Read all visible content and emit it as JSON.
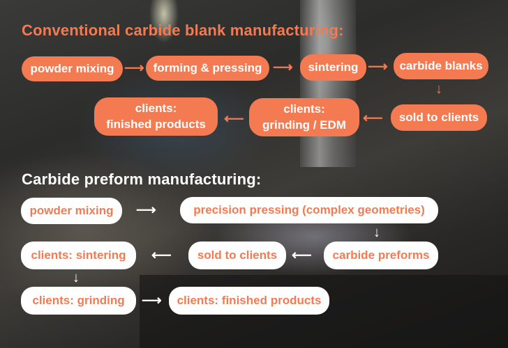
{
  "colors": {
    "accent": "#f47a52",
    "white": "#ffffff"
  },
  "conventional": {
    "title": "Conventional carbide blank manufacturing:",
    "steps": [
      {
        "label": "powder mixing"
      },
      {
        "label": "forming & pressing"
      },
      {
        "label": "sintering"
      },
      {
        "label": "carbide blanks"
      },
      {
        "label": "sold to clients"
      },
      {
        "label_line1": "clients:",
        "label_line2": "grinding / EDM"
      },
      {
        "label_line1": "clients:",
        "label_line2": "finished products"
      }
    ],
    "arrows": {
      "right": "⟶",
      "left": "⟵",
      "down": "↓"
    }
  },
  "preform": {
    "title": "Carbide preform manufacturing:",
    "steps": [
      {
        "label": "powder mixing"
      },
      {
        "label": "precision pressing (complex geometries)"
      },
      {
        "label": "carbide preforms"
      },
      {
        "label": "sold to clients"
      },
      {
        "label": "clients: sintering"
      },
      {
        "label": "clients: grinding"
      },
      {
        "label": "clients: finished products"
      }
    ],
    "arrows": {
      "right": "⟶",
      "left": "⟵",
      "down": "↓"
    }
  }
}
